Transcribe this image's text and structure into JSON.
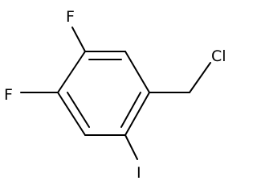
{
  "molecule": {
    "atoms": {
      "f_top": "F",
      "f_left": "F",
      "cl": "Cl",
      "i": "I"
    },
    "colors": {
      "bond": "#000000",
      "text": "#000000",
      "background": "#ffffff"
    }
  }
}
